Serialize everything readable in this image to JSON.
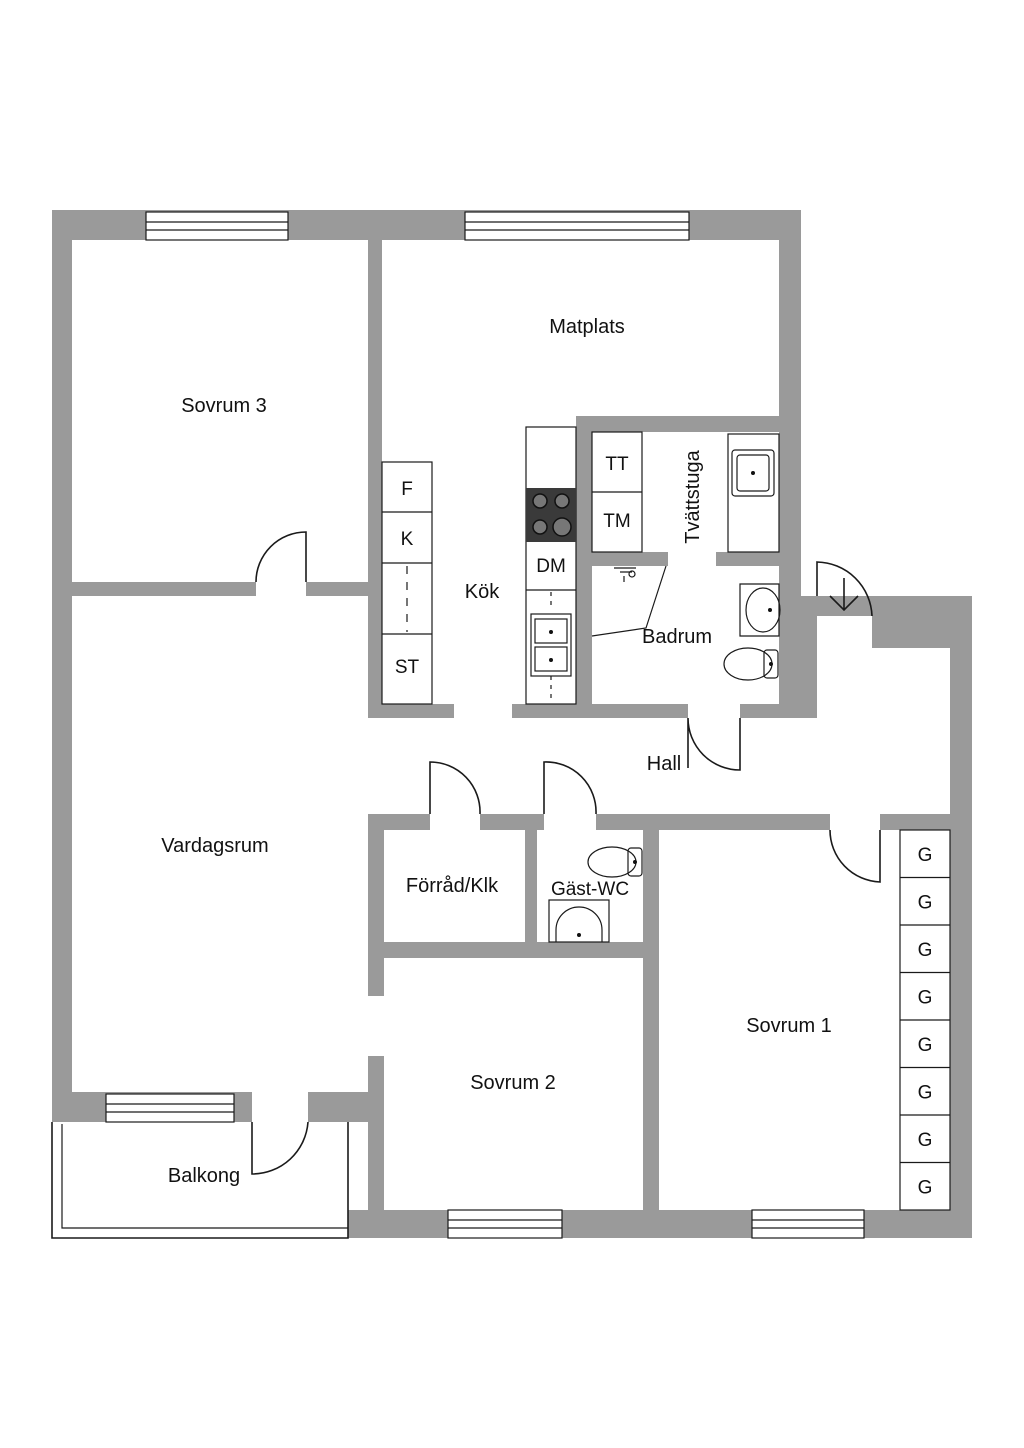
{
  "plan": {
    "rooms": {
      "sovrum3": "Sovrum 3",
      "matplats": "Matplats",
      "kok": "Kök",
      "tvattstuga": "Tvättstuga",
      "badrum": "Badrum",
      "hall": "Hall",
      "vardagsrum": "Vardagsrum",
      "forrad": "Förråd/Klk",
      "gastwc": "Gäst-WC",
      "sovrum1": "Sovrum 1",
      "sovrum2": "Sovrum 2",
      "balkong": "Balkong"
    },
    "fixtures": {
      "f": "F",
      "k": "K",
      "st": "ST",
      "dm": "DM",
      "tt": "TT",
      "tm": "TM"
    },
    "wardrobes": [
      "G",
      "G",
      "G",
      "G",
      "G",
      "G",
      "G",
      "G"
    ],
    "colors": {
      "wall": "#9a9a9a",
      "line": "#1a1a1a",
      "stove": "#3a3a3a"
    }
  }
}
